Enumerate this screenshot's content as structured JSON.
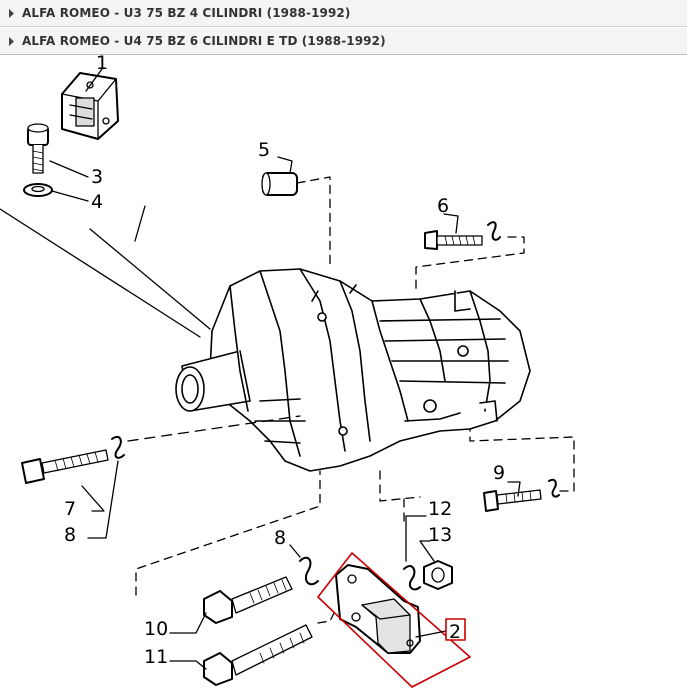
{
  "breadcrumbs": [
    {
      "label": "ALFA ROMEO - U3 75 BZ 4 CILINDRI (1988-1992)",
      "icon": "triangle-right-icon"
    },
    {
      "label": "ALFA ROMEO - U4 75 BZ 6 CILINDRI E TD (1988-1992)",
      "icon": "triangle-right-icon"
    }
  ],
  "diagram": {
    "callouts": {
      "c1": "1",
      "c2": "2",
      "c3": "3",
      "c4": "4",
      "c5": "5",
      "c6": "6",
      "c7": "7",
      "c8a": "8",
      "c8b": "8",
      "c9": "9",
      "c10": "10",
      "c11": "11",
      "c12": "12",
      "c13": "13"
    },
    "highlight_color": "#cc0000",
    "highlighted_part": "2"
  }
}
